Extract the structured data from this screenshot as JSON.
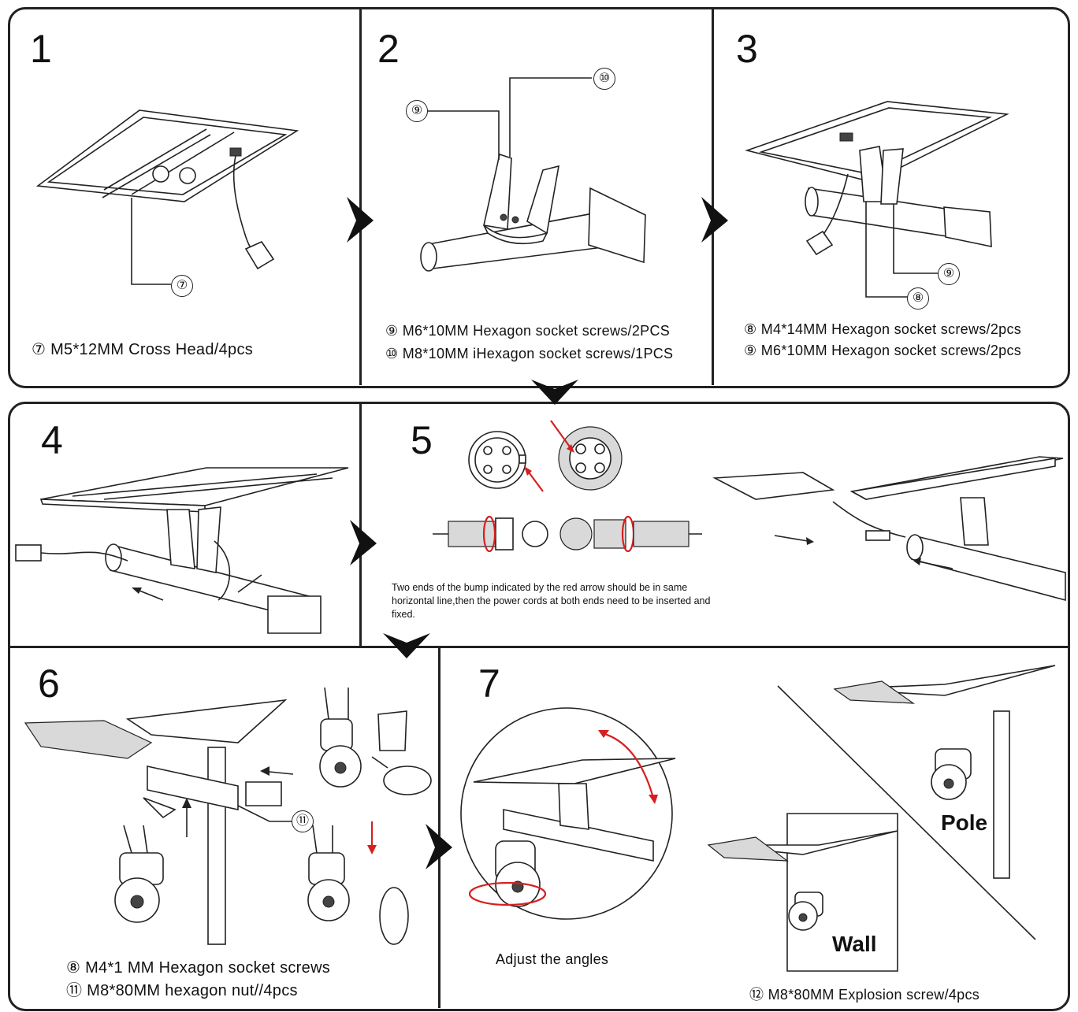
{
  "steps": [
    {
      "number": "1",
      "caption": "⑦ M5*12MM Cross Head/4pcs",
      "callouts": [
        "⑦"
      ]
    },
    {
      "number": "2",
      "captions": [
        "⑨ M6*10MM Hexagon socket screws/2PCS",
        "⑩ M8*10MM iHexagon socket screws/1PCS"
      ],
      "callouts": [
        "⑨",
        "⑩"
      ]
    },
    {
      "number": "3",
      "captions": [
        "⑧ M4*14MM Hexagon socket screws/2pcs",
        "⑨ M6*10MM Hexagon socket screws/2pcs"
      ],
      "callouts": [
        "⑨",
        "⑧"
      ]
    },
    {
      "number": "4"
    },
    {
      "number": "5",
      "note": "Two ends of the bump indicated by the red arrow should be in same horizontal line,then the power cords at both ends need to be inserted and fixed."
    },
    {
      "number": "6",
      "captions": [
        "⑧ M4*1  MM Hexagon socket screws",
        "⑪ M8*80MM hexagon nut//4pcs"
      ],
      "callouts": [
        "⑪"
      ]
    },
    {
      "number": "7",
      "caption_left": "Adjust the angles",
      "caption_right": "⑫ M8*80MM Explosion screw/4pcs",
      "labels": {
        "pole": "Pole",
        "wall": "Wall"
      }
    }
  ],
  "colors": {
    "line": "#222222",
    "accent_red": "#d62020",
    "background": "#ffffff"
  },
  "icons": [
    "solar-panel",
    "mounting-bracket",
    "pipe-arm",
    "power-connector",
    "street-lamp",
    "ptz-camera",
    "direction-arrow"
  ]
}
